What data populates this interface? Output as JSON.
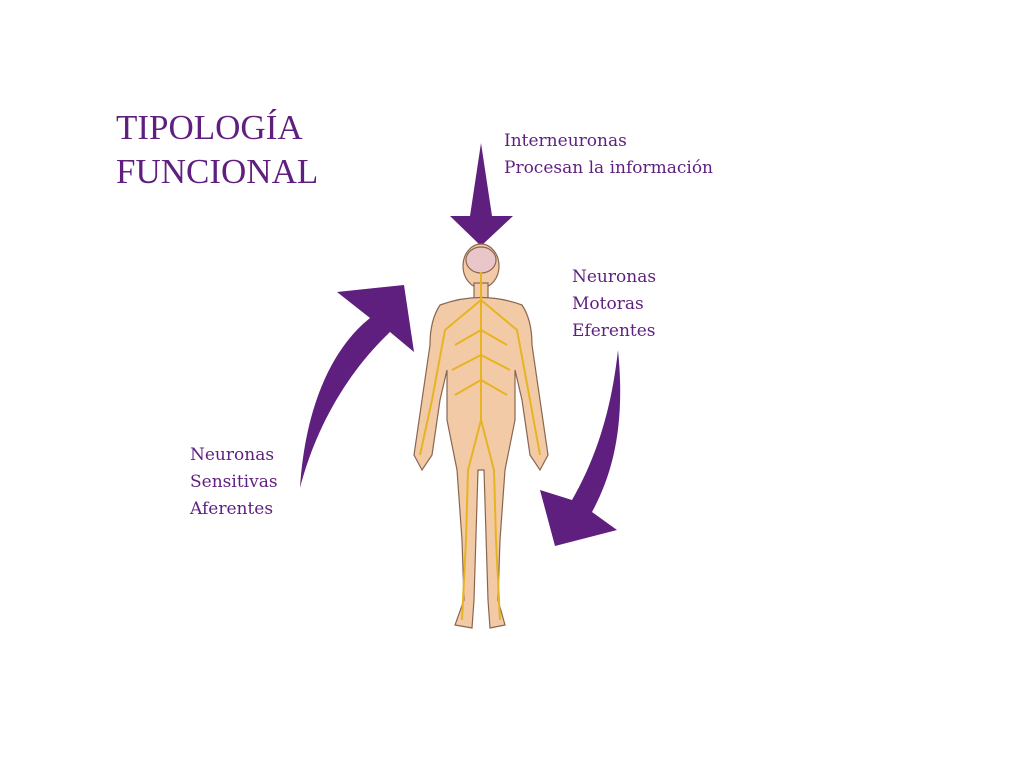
{
  "title": {
    "line1": "TIPOLOGÍA",
    "line2": "FUNCIONAL"
  },
  "labels": {
    "interneuronas": {
      "line1": "Interneuronas",
      "line2": "Procesan la información"
    },
    "motoras": {
      "line1": "Neuronas",
      "line2": "Motoras",
      "line3": "Eferentes"
    },
    "sensitivas": {
      "line1": "Neuronas",
      "line2": "Sensitivas",
      "line3": "Aferentes"
    }
  },
  "colors": {
    "accent": "#5f1f7f",
    "skin": "#f3caa6",
    "nerve": "#e6b422"
  }
}
